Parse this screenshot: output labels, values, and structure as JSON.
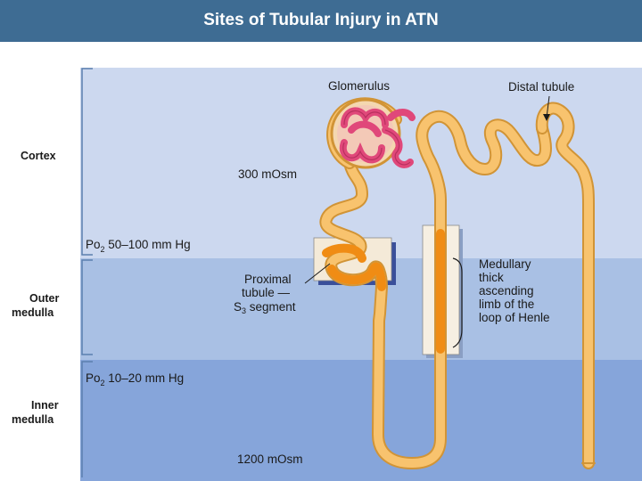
{
  "title": "Sites of Tubular Injury in ATN",
  "zones": {
    "cortex": "Cortex",
    "outer_medulla_1": "Outer",
    "outer_medulla_2": "medulla",
    "inner_medulla_1": "Inner",
    "inner_medulla_2": "medulla"
  },
  "oxygen": {
    "cortex_po2_base": "Po",
    "cortex_po2_sub": "2",
    "cortex_po2_value": " 50–100 mm Hg",
    "medulla_po2_base": "Po",
    "medulla_po2_sub": "2",
    "medulla_po2_value": " 10–20 mm Hg"
  },
  "osmolality": {
    "cortex": "300 mOsm",
    "papilla": "1200 mOsm"
  },
  "labels": {
    "glomerulus": "Glomerulus",
    "distal_tubule": "Distal tubule",
    "proximal_1": "Proximal",
    "proximal_2": "tubule —",
    "proximal_3_base": "S",
    "proximal_3_sub": "3",
    "proximal_3_rest": " segment",
    "mtal_1": "Medullary",
    "mtal_2": "thick",
    "mtal_3": "ascending",
    "mtal_4": "limb of the",
    "mtal_5": "loop of Henle"
  },
  "colors": {
    "title_bar": "#3e6c93",
    "cortex_zone": "#ccd8ef",
    "outer_medulla_zone": "#a9c0e4",
    "inner_medulla_zone": "#86a5da",
    "tubule_fill": "#f8c36e",
    "tubule_outline": "#d19436",
    "injury_segment": "#f08c14",
    "glomerulus": "#e0487a"
  }
}
